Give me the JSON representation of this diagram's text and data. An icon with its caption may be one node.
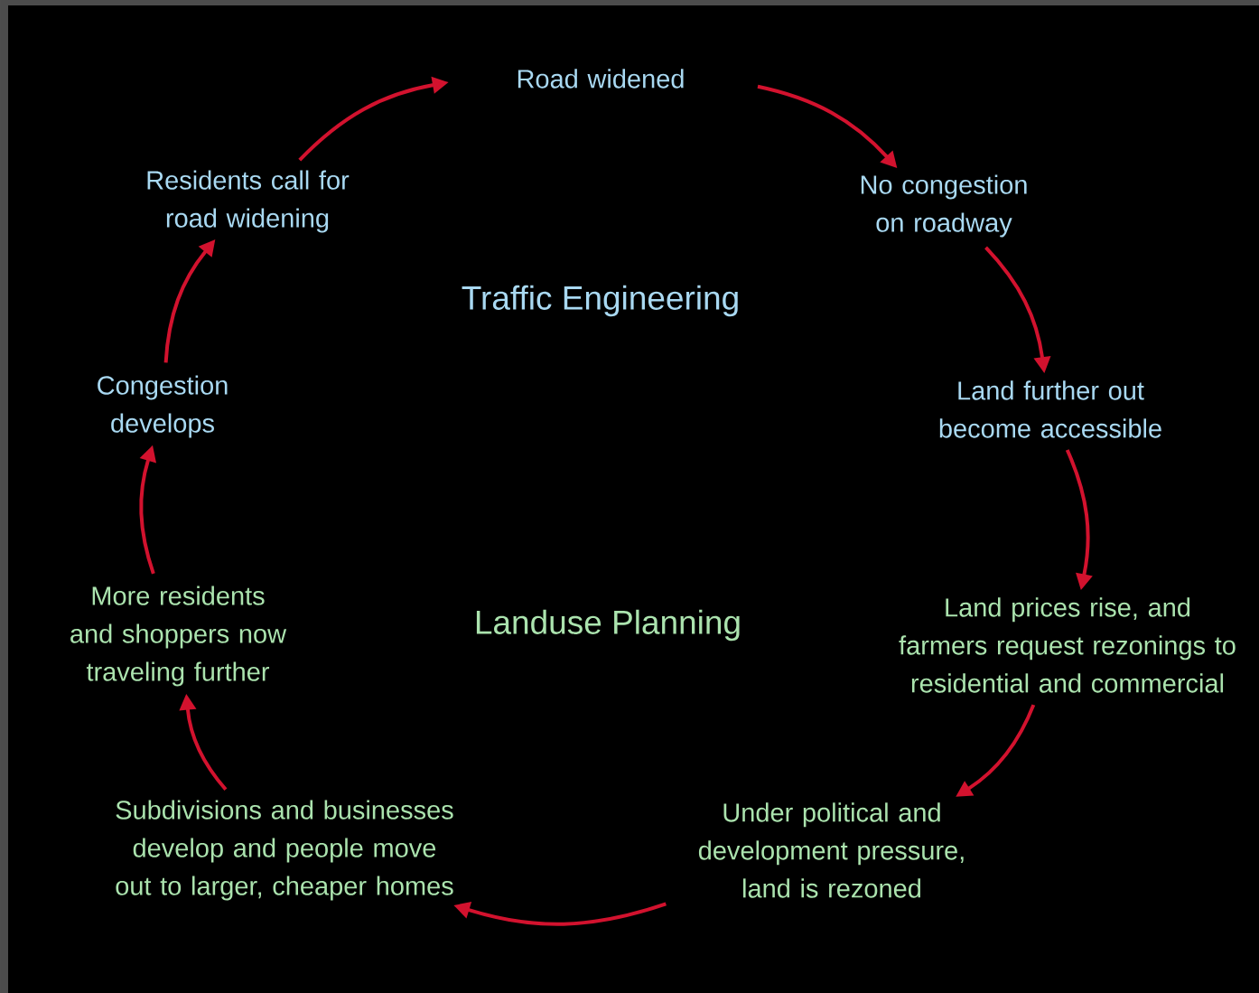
{
  "diagram": {
    "nodes": [
      {
        "text": [
          "Road widened"
        ]
      },
      {
        "text": [
          "No congestion on roadway"
        ]
      },
      {
        "text": [
          "Land further out become accessible"
        ]
      },
      {
        "text": [
          "Land prices rise, and farmers request rezonings to residential and commercial"
        ]
      },
      {
        "text": [
          "Under political and development pressure, land is rezoned"
        ]
      },
      {
        "text": [
          "Subdivisions and businesses develop and people move out to larger, cheaper homes"
        ]
      },
      {
        "text": [
          "More residents and shoppers now traveling further"
        ]
      },
      {
        "text": [
          "Congestion develops"
        ]
      },
      {
        "text": [
          "Residents call for road widening"
        ]
      }
    ],
    "edges": [
      {
        "from": 0,
        "to": 1,
        "arrow": "to"
      },
      {
        "from": 1,
        "to": 2,
        "arrow": "to"
      },
      {
        "from": 2,
        "to": 3,
        "arrow": "to"
      },
      {
        "from": 3,
        "to": 4,
        "arrow": "to"
      },
      {
        "from": 4,
        "to": 5,
        "arrow": "to"
      },
      {
        "from": 5,
        "to": 6,
        "arrow": "to"
      },
      {
        "from": 6,
        "to": 7,
        "arrow": "to"
      },
      {
        "from": 7,
        "to": 8,
        "arrow": "to"
      },
      {
        "from": 8,
        "to": 0,
        "arrow": "to"
      }
    ],
    "labels": [
      "Traffic Engineering",
      "Landuse Planning"
    ]
  }
}
